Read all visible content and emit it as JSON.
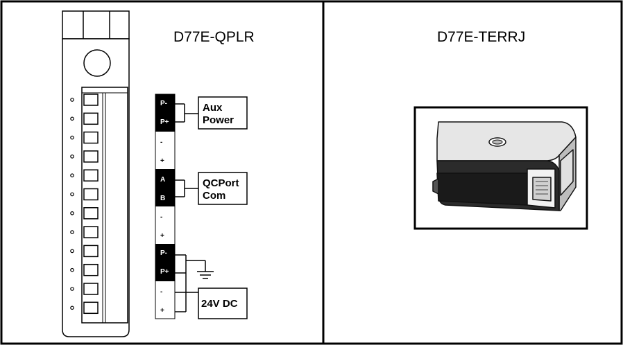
{
  "left_panel": {
    "title": "D77E-QPLR",
    "terminals": [
      {
        "label": "P-",
        "dark": true
      },
      {
        "label": "P+",
        "dark": true
      },
      {
        "label": "-",
        "dark": false
      },
      {
        "label": "+",
        "dark": false
      },
      {
        "label": "A",
        "dark": true
      },
      {
        "label": "B",
        "dark": true
      },
      {
        "label": "-",
        "dark": false
      },
      {
        "label": "+",
        "dark": false
      },
      {
        "label": "P-",
        "dark": true
      },
      {
        "label": "P+",
        "dark": true
      },
      {
        "label": "-",
        "dark": false
      },
      {
        "label": "+",
        "dark": false
      }
    ],
    "aux_box": {
      "line1": "Aux",
      "line2": "Power"
    },
    "qcport_box": {
      "line1": "QCPort",
      "line2": "Com"
    },
    "dc_box": {
      "label": "24V DC"
    }
  },
  "right_panel": {
    "title": "D77E-TERRJ"
  }
}
